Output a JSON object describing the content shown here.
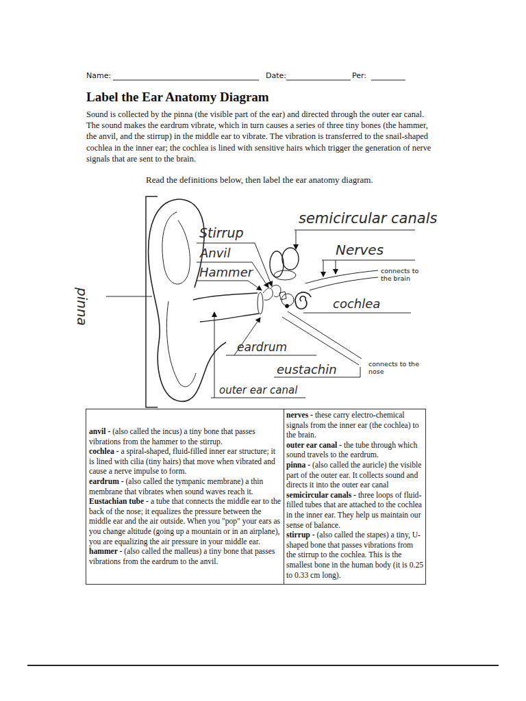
{
  "diagram": {
    "title": "Label the Ear Anatomy Diagram",
    "labels": [
      "Name:",
      "Date:",
      "Per:",
      "Sound is collected by the pinna (the visible part of the ear) and directed through the outer ear canal. The sound makes the eardrum vibrate, which in turn causes a series of three tiny bones (the hammer, the anvil, and the stirrup) in the middle ear to vibrate. The vibration is transferred to the snail-shaped cochlea in the inner ear; the cochlea is lined with sensitive hairs which trigger the generation of nerve signals that are sent to the brain.",
      "Read the definitions below, then label the ear anatomy diagram.",
      "Stirrup",
      "Anvil",
      "Hammer",
      "semicircular canals",
      "Nerves",
      "connects to the brain",
      "cochlea",
      "pinna",
      "eardrum",
      "eustachin",
      "connects to the nose",
      "outer ear canal",
      "anvil -",
      "(also called the incus) a tiny bone that passes vibrations from the hammer to the stirrup.",
      "cochlea -",
      "a spiral-shaped, fluid-filled inner ear structure; it is lined with cilia (tiny hairs) that move when vibrated and cause a nerve impulse to form.",
      "eardrum -",
      "(also called the tympanic membrane) a thin membrane that vibrates when sound waves reach it.",
      "Eustachian tube -",
      "a tube that connects the middle ear to the back of the nose; it equalizes the pressure between the middle ear and the air outside. When you \"pop\" your ears as you change altitude (going up a mountain or in an airplane), you are equalizing the air pressure in your middle ear.",
      "hammer -",
      "(also called the malleus) a tiny bone that passes vibrations from the eardrum to the anvil.",
      "nerves -",
      "these carry electro-chemical signals from the inner ear (the cochlea) to the brain.",
      "outer ear canal -",
      "the tube through which sound travels to the eardrum.",
      "pinna -",
      "(also called the auricle) the visible part of the outer ear. It collects sound and directs it into the outer ear canal",
      "semicircular canals -",
      "three loops of fluid-filled tubes that are attached to the cochlea in the inner ear. They help us maintain our sense of balance.",
      "stirrup -",
      "(also called the stapes) a tiny, U-shaped bone that passes vibrations from the stirrup to the cochlea. This is the smallest bone in the human body (it is 0.25 to 0.33 cm long)."
    ]
  }
}
